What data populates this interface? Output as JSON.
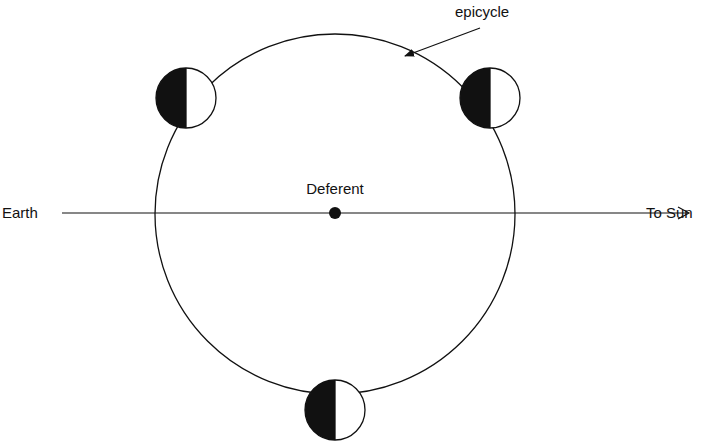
{
  "diagram": {
    "labels": [
      "epicycle",
      "Earth",
      "Deferent",
      "To Sun"
    ]
  }
}
